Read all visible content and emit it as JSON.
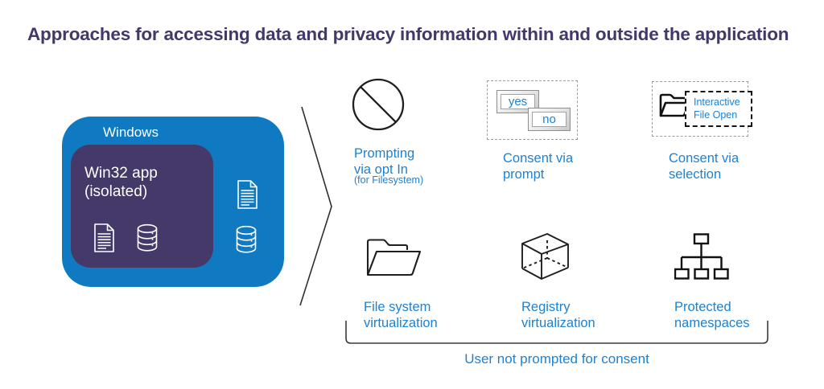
{
  "title": "Approaches for accessing data and privacy information within and outside the application",
  "colors": {
    "title_purple": "#443769",
    "windows_blue": "#0F7AC2",
    "win32_purple": "#45396A",
    "label_blue": "#1D82D2",
    "icon_black": "#1F1F1F",
    "dash_gray": "#9E9E9E"
  },
  "windows_box": {
    "label": "Windows",
    "win32_app_label": "Win32 app\n(isolated)",
    "inside_icons": [
      "document-icon",
      "database-icon"
    ],
    "outside_icons": [
      "document-icon",
      "database-icon"
    ]
  },
  "approaches": {
    "top_row": [
      {
        "label": "Prompting\nvia opt In",
        "sublabel": "(for Filesystem)",
        "icon": "no-entry-icon"
      },
      {
        "label": "Consent via\nprompt",
        "icon": "yes-no-dialog-buttons",
        "buttons": [
          "yes",
          "no"
        ]
      },
      {
        "label": "Consent via\nselection",
        "icon": "folder-icon",
        "callout": "Interactive\nFile Open"
      }
    ],
    "bottom_row": [
      {
        "label": "File system\nvirtualization",
        "icon": "open-folder-icon"
      },
      {
        "label": "Registry\nvirtualization",
        "icon": "cube-icon"
      },
      {
        "label": "Protected\nnamespaces",
        "icon": "hierarchy-icon"
      }
    ],
    "bottom_caption": "User not prompted for consent"
  }
}
